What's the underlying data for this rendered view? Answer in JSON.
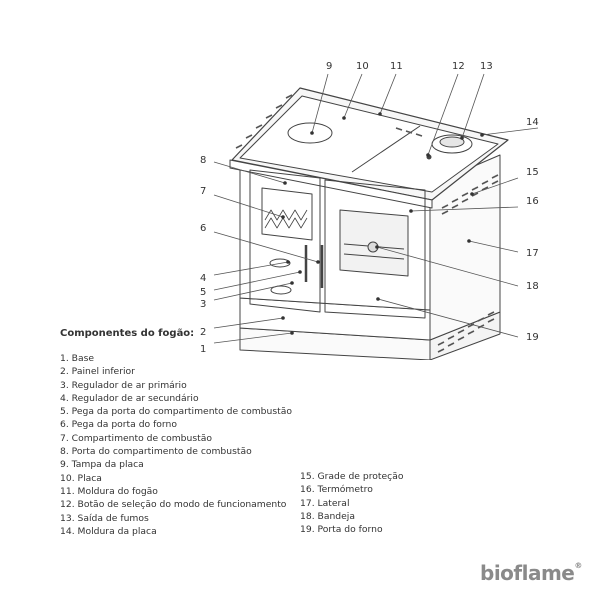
{
  "title": "Componentes do fogão:",
  "brand": {
    "name": "bioflame",
    "mark": "®"
  },
  "components": [
    "1. Base",
    "2. Painel inferior",
    "3. Regulador de ar primário",
    "4. Regulador de ar secundário",
    "5. Pega da porta do compartimento de combustão",
    "6. Pega da porta do forno",
    "7. Compartimento de combustão",
    "8. Porta do compartimento de combustão",
    "9. Tampa da placa",
    "10. Placa",
    "11. Moldura do fogão",
    "12. Botão de seleção do modo de funcionamento",
    "13. Saída de fumos",
    "14. Moldura da placa",
    "15. Grade de proteção",
    "16. Termómetro",
    "17. Lateral",
    "18. Bandeja",
    "19. Porta do forno"
  ],
  "callouts": [
    "1",
    "2",
    "3",
    "4",
    "5",
    "6",
    "7",
    "8",
    "9",
    "10",
    "11",
    "12",
    "13",
    "14",
    "15",
    "16",
    "17",
    "18",
    "19"
  ]
}
